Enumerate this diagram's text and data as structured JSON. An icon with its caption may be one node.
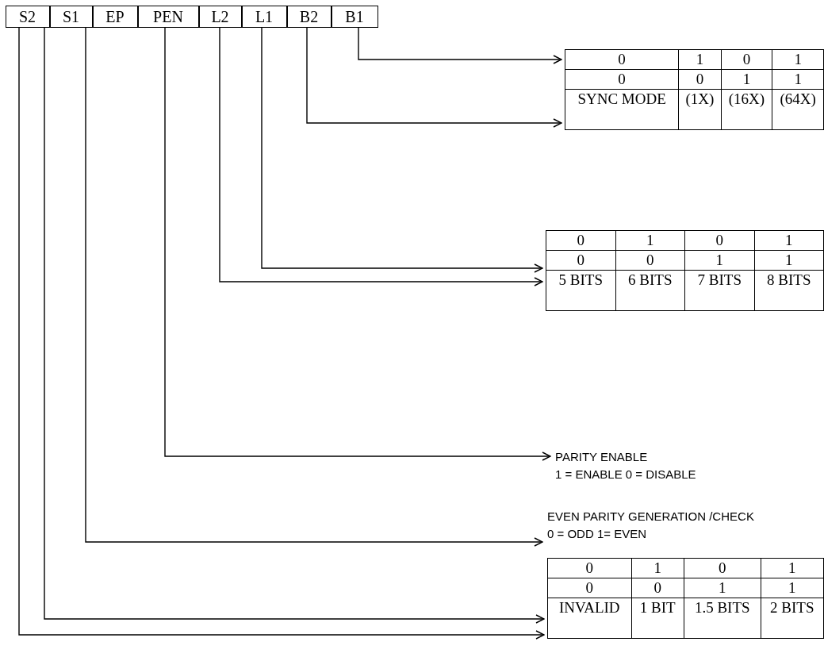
{
  "diagram": {
    "nodes": [
      {
        "text": [
          "S2"
        ]
      },
      {
        "text": [
          "S1"
        ]
      },
      {
        "text": [
          "EP"
        ]
      },
      {
        "text": [
          "PEN"
        ]
      },
      {
        "text": [
          "L2"
        ]
      },
      {
        "text": [
          "L1"
        ]
      },
      {
        "text": [
          "B2"
        ]
      },
      {
        "text": [
          "B1"
        ]
      },
      {
        "text": [
          "0",
          "1",
          "0",
          "1",
          "0",
          "0",
          "1",
          "1",
          "SYNC MODE",
          "(1X)",
          "(16X)",
          "(64X)"
        ]
      },
      {
        "text": [
          "0",
          "1",
          "0",
          "1",
          "0",
          "0",
          "1",
          "1",
          "5 BITS",
          "6 BITS",
          "7 BITS",
          "8 BITS"
        ]
      },
      {
        "text": [
          "PARITY ENABLE",
          "1 = ENABLE   0 = DISABLE"
        ]
      },
      {
        "text": [
          "EVEN PARITY GENERATION /CHECK",
          "0 = ODD 1= EVEN"
        ]
      },
      {
        "text": [
          "0",
          "1",
          "0",
          "1",
          "0",
          "0",
          "1",
          "1",
          "INVALID",
          "1 BIT",
          "1.5 BITS",
          "2 BITS"
        ]
      }
    ],
    "edges": [
      {
        "from": 7,
        "to": 8,
        "arrow": "to"
      },
      {
        "from": 6,
        "to": 8,
        "arrow": "to"
      },
      {
        "from": 5,
        "to": 9,
        "arrow": "to"
      },
      {
        "from": 4,
        "to": 9,
        "arrow": "to"
      },
      {
        "from": 3,
        "to": 10,
        "arrow": "to"
      },
      {
        "from": 2,
        "to": 11,
        "arrow": "to"
      },
      {
        "from": 1,
        "to": 12,
        "arrow": "to"
      },
      {
        "from": 0,
        "to": 12,
        "arrow": "to"
      }
    ]
  }
}
